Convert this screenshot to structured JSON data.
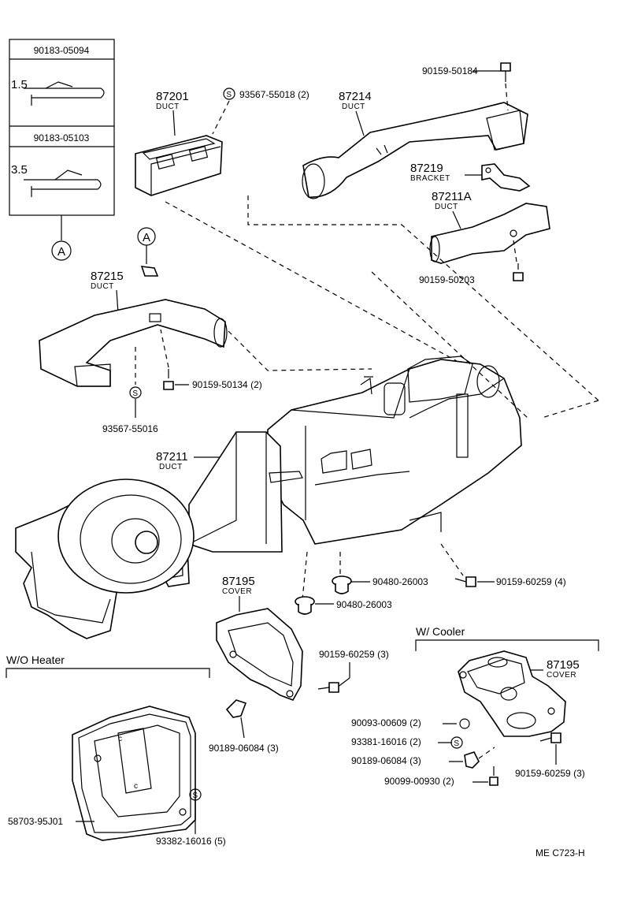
{
  "callouts": {
    "clip_box": {
      "top_part": "90183-05094",
      "top_dim": "1.5",
      "bottom_part": "90183-05103",
      "bottom_dim": "3.5",
      "ref_letter": "A"
    },
    "ref_a_small": "A",
    "p87201": {
      "num": "87201",
      "name": "DUCT"
    },
    "s1": {
      "sym": "S",
      "num": "93567-55018 (2)"
    },
    "p87214": {
      "num": "87214",
      "name": "DUCT"
    },
    "screw_top": "90159-50184",
    "p87219": {
      "num": "87219",
      "name": "BRACKET"
    },
    "p87211A": {
      "num": "87211A",
      "name": "DUCT"
    },
    "screw_50203": "90159-50203",
    "p87215": {
      "num": "87215",
      "name": "DUCT"
    },
    "screw_50134": "90159-50134 (2)",
    "s2": {
      "sym": "S",
      "num": "93567-55016"
    },
    "p87211": {
      "num": "87211",
      "name": "DUCT"
    },
    "p87195": {
      "num": "87195",
      "name": "COVER"
    },
    "grommet_a": "90480-26003",
    "grommet_b": "90480-26003",
    "screw_60259_4": "90159-60259 (4)",
    "screw_60259_3": "90159-60259 (3)",
    "clip_06084": "90189-06084 (3)",
    "wo_heater": {
      "title": "W/O Heater",
      "cover": "58703-95J01",
      "sym": "S",
      "clip": "93382-16016 (5)"
    },
    "w_cooler": {
      "title": "W/ Cooler",
      "p87195": {
        "num": "87195",
        "name": "COVER"
      },
      "washer": "90093-00609 (2)",
      "sym": "S",
      "clip_s": "93381-16016 (2)",
      "clip_06084": "90189-06084 (3)",
      "screw_60259": "90159-60259 (3)",
      "screw_00930": "90099-00930 (2)"
    },
    "footer_code": "ME  C723-H"
  }
}
